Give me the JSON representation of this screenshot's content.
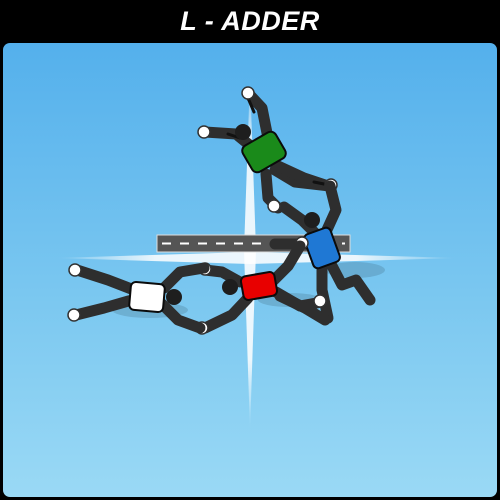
{
  "title": "L - ADDER",
  "colors": {
    "background": "#000000",
    "sky_top": "#54b0ec",
    "sky_bottom": "#9ad9f5",
    "jumpsuit": "#2e2e2e",
    "glove": "#ffffff",
    "green": "#1a8a1a",
    "blue": "#1f78d4",
    "red": "#e80000",
    "white": "#ffffff"
  },
  "jumpers": [
    {
      "id": "green",
      "color": "green"
    },
    {
      "id": "blue",
      "color": "blue"
    },
    {
      "id": "red",
      "color": "red"
    },
    {
      "id": "white",
      "color": "white"
    }
  ],
  "icons": [
    "skydiver-figure-icon",
    "runway-icon",
    "ground-crosshair-icon"
  ]
}
